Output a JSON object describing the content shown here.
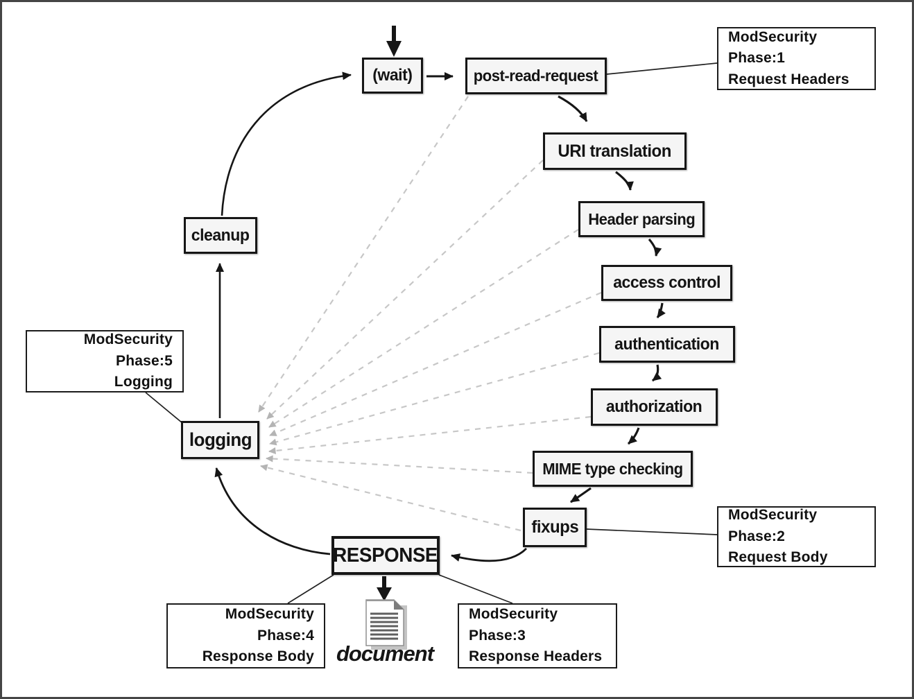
{
  "colors": {
    "line": "#161616",
    "dashed_line": "#c7c7c7",
    "dashed_arrowhead": "#b4b4b4",
    "node_fill": "#f5f5f5",
    "node_border": "#161616",
    "background": "#ffffff",
    "frame_border": "#454545"
  },
  "nodes": [
    {
      "id": "wait",
      "label": "(wait)"
    },
    {
      "id": "post-read-request",
      "label": "post-read-request"
    },
    {
      "id": "uri-translation",
      "label": "URI translation"
    },
    {
      "id": "header-parsing",
      "label": "Header parsing"
    },
    {
      "id": "access-control",
      "label": "access control"
    },
    {
      "id": "authentication",
      "label": "authentication"
    },
    {
      "id": "authorization",
      "label": "authorization"
    },
    {
      "id": "mime-type-checking",
      "label": "MIME type checking"
    },
    {
      "id": "fixups",
      "label": "fixups"
    },
    {
      "id": "response",
      "label": "RESPONSE"
    },
    {
      "id": "logging",
      "label": "logging"
    },
    {
      "id": "cleanup",
      "label": "cleanup"
    }
  ],
  "annotations": [
    {
      "id": "modsecurity-phase-1",
      "line1": "ModSecurity Phase:1",
      "line2": "Request Headers",
      "align": "left"
    },
    {
      "id": "modsecurity-phase-2",
      "line1": "ModSecurity Phase:2",
      "line2": "Request Body",
      "align": "left"
    },
    {
      "id": "modsecurity-phase-3",
      "line1": "ModSecurity Phase:3",
      "line2": "Response Headers",
      "align": "left"
    },
    {
      "id": "modsecurity-phase-4",
      "line1": "ModSecurity Phase:4",
      "line2": "Response Body",
      "align": "right"
    },
    {
      "id": "modsecurity-phase-5",
      "line1": "ModSecurity Phase:5",
      "line2": "Logging",
      "align": "right"
    }
  ],
  "document_icon": {
    "label": "document"
  }
}
